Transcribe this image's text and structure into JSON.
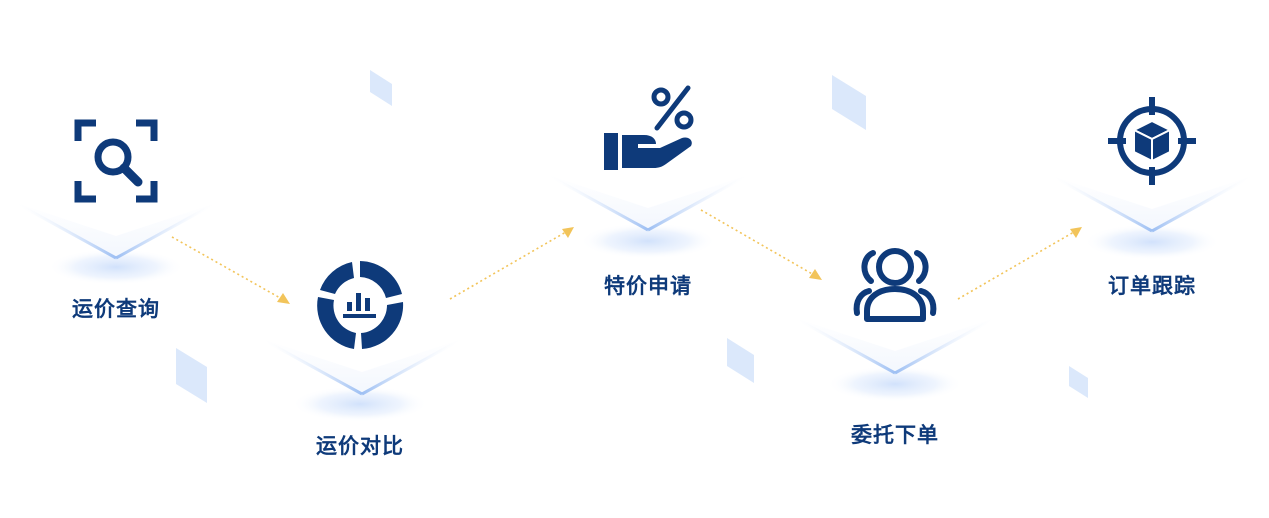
{
  "colors": {
    "primary": "#0e3a7a",
    "card_edge": "#a9c7f5",
    "glow": "#dfeafc",
    "deco": "#dbe8fb",
    "arrow": "#f2c45a"
  },
  "steps": [
    {
      "label": "运价查询",
      "icon": "scan-search-icon"
    },
    {
      "label": "运价对比",
      "icon": "donut-chart-icon"
    },
    {
      "label": "特价申请",
      "icon": "hand-percent-icon"
    },
    {
      "label": "委托下单",
      "icon": "users-icon"
    },
    {
      "label": "订单跟踪",
      "icon": "target-box-icon"
    }
  ]
}
